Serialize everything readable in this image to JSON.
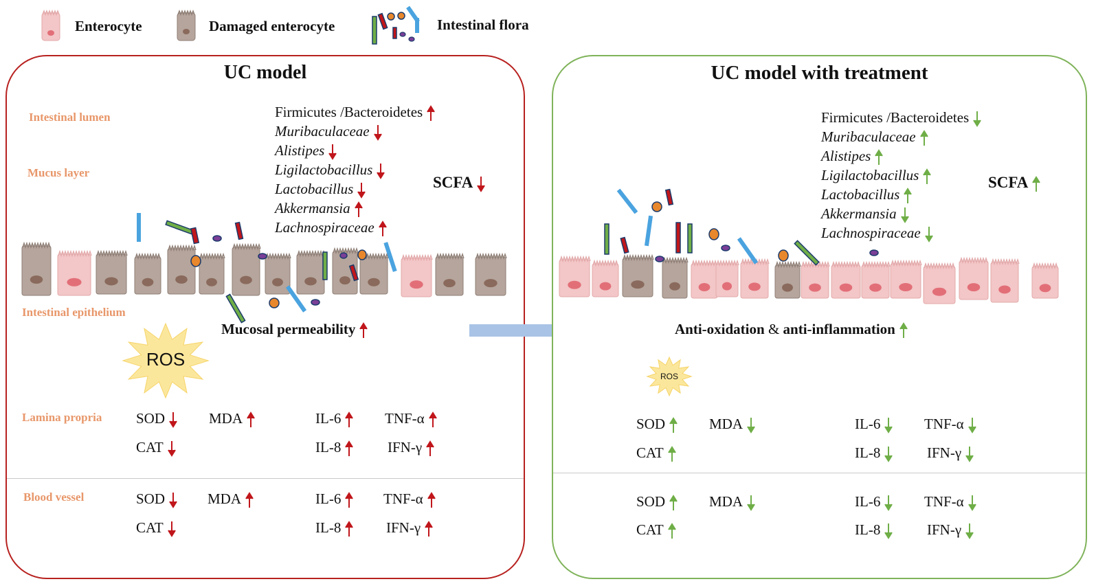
{
  "legend": {
    "enterocyte": "Enterocyte",
    "damaged_enterocyte": "Damaged enterocyte",
    "intestinal_flora": "Intestinal flora"
  },
  "colors": {
    "up_red": "#c0161b",
    "up_green": "#6fae47",
    "healthy_cell": "#f3c6c7",
    "damaged_cell": "#b5a59c",
    "label_orange": "#e8976a",
    "border_red": "#b7211f",
    "border_green": "#7fb35a",
    "arrow_blue": "#a9c3e6"
  },
  "left_panel": {
    "title": "UC model",
    "layers": {
      "lumen": "Intestinal lumen",
      "mucus": "Mucus layer",
      "epithelium": "Intestinal epithelium",
      "lamina": "Lamina propria",
      "blood": "Blood vessel"
    },
    "bacteria": [
      {
        "name": "Firmicutes /Bacteroidetes",
        "italic": false,
        "direction": "up"
      },
      {
        "name": "Muribaculaceae",
        "italic": true,
        "direction": "down"
      },
      {
        "name": "Alistipes",
        "italic": true,
        "direction": "down"
      },
      {
        "name": "Ligilactobacillus",
        "italic": true,
        "direction": "down"
      },
      {
        "name": "Lactobacillus",
        "italic": true,
        "direction": "down"
      },
      {
        "name": "Akkermansia",
        "italic": true,
        "direction": "up"
      },
      {
        "name": "Lachnospiraceae",
        "italic": true,
        "direction": "up"
      }
    ],
    "scfa": {
      "label": "SCFA",
      "direction": "down"
    },
    "permeability": {
      "label": "Mucosal permeability",
      "direction": "up"
    },
    "ros": "ROS",
    "lamina_markers": [
      {
        "label": "SOD",
        "direction": "down"
      },
      {
        "label": "MDA",
        "direction": "up"
      },
      {
        "label": "IL-6",
        "direction": "up"
      },
      {
        "label": "TNF-α",
        "direction": "up"
      },
      {
        "label": "CAT",
        "direction": "down"
      },
      {
        "label": "IL-8",
        "direction": "up"
      },
      {
        "label": "IFN-γ",
        "direction": "up"
      }
    ],
    "blood_markers": [
      {
        "label": "SOD",
        "direction": "down"
      },
      {
        "label": "MDA",
        "direction": "up"
      },
      {
        "label": "IL-6",
        "direction": "up"
      },
      {
        "label": "TNF-α",
        "direction": "up"
      },
      {
        "label": "CAT",
        "direction": "down"
      },
      {
        "label": "IL-8",
        "direction": "up"
      },
      {
        "label": "IFN-γ",
        "direction": "up"
      }
    ]
  },
  "right_panel": {
    "title": "UC model with treatment",
    "bacteria": [
      {
        "name": "Firmicutes /Bacteroidetes",
        "italic": false,
        "direction": "down"
      },
      {
        "name": "Muribaculaceae",
        "italic": true,
        "direction": "up"
      },
      {
        "name": "Alistipes",
        "italic": true,
        "direction": "up"
      },
      {
        "name": "Ligilactobacillus",
        "italic": true,
        "direction": "up"
      },
      {
        "name": "Lactobacillus",
        "italic": true,
        "direction": "up"
      },
      {
        "name": "Akkermansia",
        "italic": true,
        "direction": "down"
      },
      {
        "name": "Lachnospiraceae",
        "italic": true,
        "direction": "down"
      }
    ],
    "scfa": {
      "label": "SCFA",
      "direction": "up"
    },
    "effect": {
      "part1": "Anti-oxidation",
      "amp": "&",
      "part2": "anti-inflammation",
      "direction": "up"
    },
    "ros": "ROS",
    "lamina_markers": [
      {
        "label": "SOD",
        "direction": "up"
      },
      {
        "label": "MDA",
        "direction": "down"
      },
      {
        "label": "IL-6",
        "direction": "down"
      },
      {
        "label": "TNF-α",
        "direction": "down"
      },
      {
        "label": "CAT",
        "direction": "up"
      },
      {
        "label": "IL-8",
        "direction": "down"
      },
      {
        "label": "IFN-γ",
        "direction": "down"
      }
    ],
    "blood_markers": [
      {
        "label": "SOD",
        "direction": "up"
      },
      {
        "label": "MDA",
        "direction": "down"
      },
      {
        "label": "IL-6",
        "direction": "down"
      },
      {
        "label": "TNF-α",
        "direction": "down"
      },
      {
        "label": "CAT",
        "direction": "up"
      },
      {
        "label": "IL-8",
        "direction": "down"
      },
      {
        "label": "IFN-γ",
        "direction": "down"
      }
    ]
  }
}
